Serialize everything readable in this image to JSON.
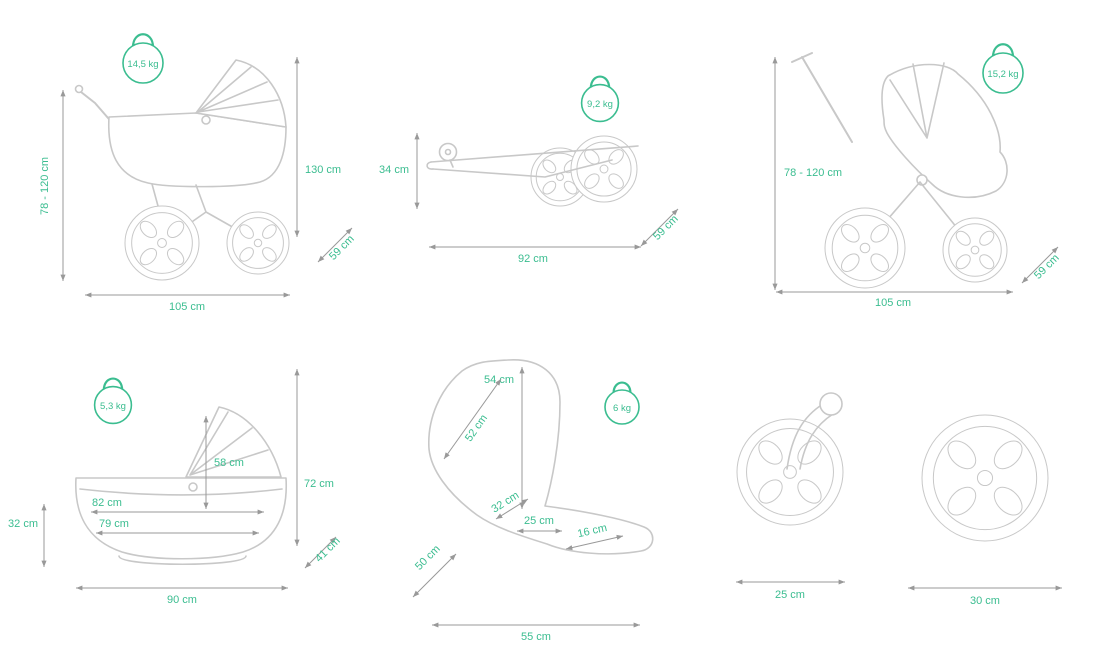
{
  "colors": {
    "accent": "#3bbd90",
    "drawing_line": "#c8c8c8",
    "dimension_arrow": "#999999",
    "background": "#ffffff"
  },
  "diagrams": {
    "pram": {
      "weight": "14,5 kg",
      "height": "130 cm",
      "handle_height": "78 - 120 cm",
      "length": "105 cm",
      "width": "59 cm"
    },
    "folded": {
      "weight": "9,2 kg",
      "height": "34 cm",
      "length": "92 cm",
      "width": "59 cm"
    },
    "stroller": {
      "weight": "15,2 kg",
      "handle_height": "78 - 120 cm",
      "length": "105 cm",
      "width": "59 cm"
    },
    "carrycot": {
      "weight": "5,3 kg",
      "height": "72 cm",
      "hood_height": "58 cm",
      "inner_length_top": "82 cm",
      "inner_length_bottom": "79 cm",
      "side_height": "32 cm",
      "length": "90 cm",
      "depth": "41 cm"
    },
    "seat": {
      "weight": "6 kg",
      "overall_height": "54 cm",
      "backrest_length": "52 cm",
      "seat_height": "32 cm",
      "seat_depth": "25 cm",
      "footrest_length": "16 cm",
      "front_diagonal": "50 cm",
      "length": "55 cm"
    },
    "wheels": {
      "front_diameter": "25 cm",
      "rear_diameter": "30 cm"
    }
  }
}
